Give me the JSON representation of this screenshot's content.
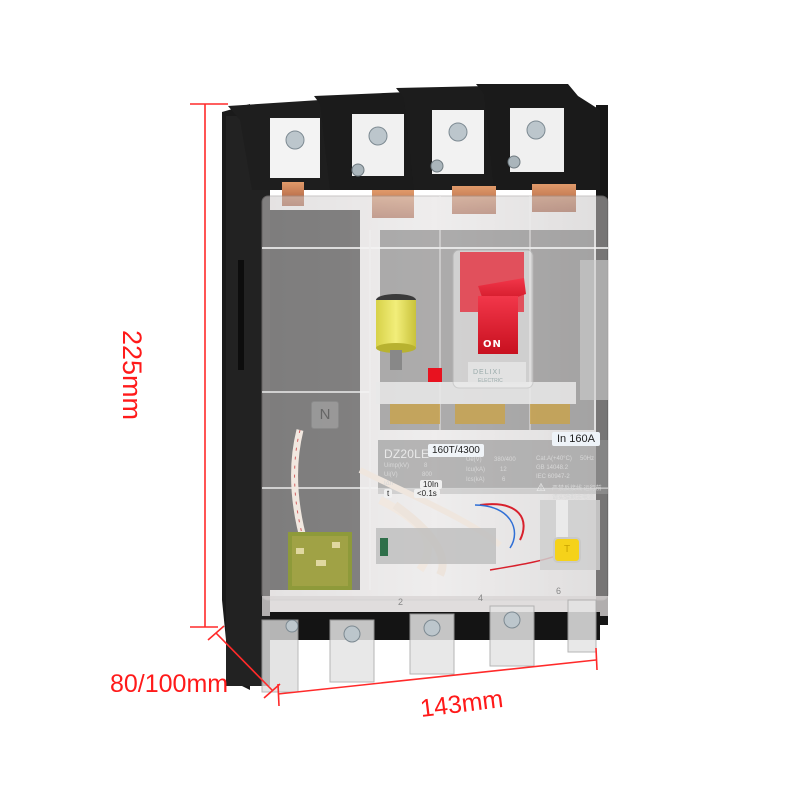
{
  "product": {
    "type": "moulded case residual current circuit breaker",
    "poles": 4,
    "colors": {
      "housing": "#1c1c1c",
      "cover": "#d9d6d6",
      "handle": "#e0192a",
      "test_button": "#f5d21a",
      "coil": "#e9e45a",
      "copper": "#c9774a",
      "dimension_lines": "#ff1a1a"
    }
  },
  "dimensions": {
    "height": "225mm",
    "depth": "80/100mm",
    "width": "143mm"
  },
  "handle": {
    "label": "ON",
    "brand": "DELIXI",
    "brand_sub": "ELECTRIC"
  },
  "nameplate": {
    "model_prefix": "DZ20LE-",
    "model_value": "160T/4300",
    "rated_current": "In 160A",
    "rows_left": [
      {
        "label": "Uimp(kV)",
        "value": "8"
      },
      {
        "label": "Ui(V)",
        "value": "800"
      },
      {
        "label": "IΔn",
        "value": "10In"
      },
      {
        "label": "t",
        "value": "<0.1s"
      }
    ],
    "rows_mid": [
      {
        "label": "Ue(V)",
        "value": "380/400"
      },
      {
        "label": "Icu(kA)",
        "value": "12"
      },
      {
        "label": "Ics(kA)",
        "value": "6"
      }
    ],
    "rows_right": [
      "Cat.A(+40°C)",
      "GB 14048.2",
      "IEC 60947-2"
    ],
    "frequency": "50Hz",
    "warning_text": "严禁反接线 运行前 请实验剩余电流"
  },
  "markings": {
    "neutral": "N",
    "test_button": "T",
    "pole_numbers": [
      "2",
      "4",
      "6"
    ]
  }
}
